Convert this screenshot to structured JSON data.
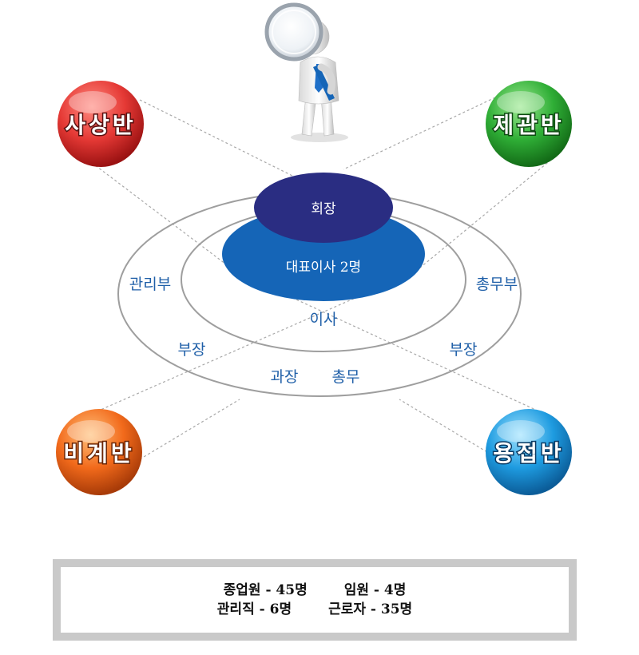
{
  "chairman": "회장",
  "ceo": "대표이사 2명",
  "director": "이사",
  "departments": {
    "admin": "관리부",
    "general_affairs": "총무부",
    "manager_left": "부장",
    "manager_right": "부장",
    "section_chief": "과장",
    "general": "총무"
  },
  "teams": [
    {
      "label": "사상반",
      "color": "#e53935"
    },
    {
      "label": "제관반",
      "color": "#2fae36"
    },
    {
      "label": "비계반",
      "color": "#f26a1b"
    },
    {
      "label": "용접반",
      "color": "#1e9be0"
    }
  ],
  "summary": {
    "employees": "종업원 - 45명",
    "executives": "임원 - 4명",
    "managers": "관리직 - 6명",
    "workers": "근로자 - 35명"
  },
  "colors": {
    "chairman_fill": "#2a2d82",
    "ceo_fill": "#1565b7",
    "label_blue": "#1f5fa8",
    "ring_stroke": "#9e9e9e"
  }
}
